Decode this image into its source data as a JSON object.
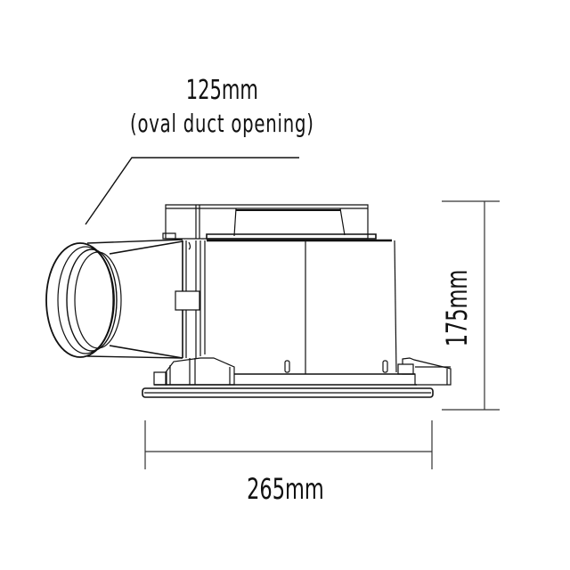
{
  "diagram": {
    "subject": "ceiling exhaust fan – side elevation",
    "labels": {
      "duct_size": "125mm",
      "duct_note": "(oval duct opening)",
      "width": "265mm",
      "height": "175mm"
    },
    "dimensions": {
      "width_mm": 265,
      "height_mm": 175,
      "duct_mm": 125
    },
    "colors": {
      "line": "#111111",
      "dim_line": "#333333",
      "background": "#ffffff"
    }
  }
}
